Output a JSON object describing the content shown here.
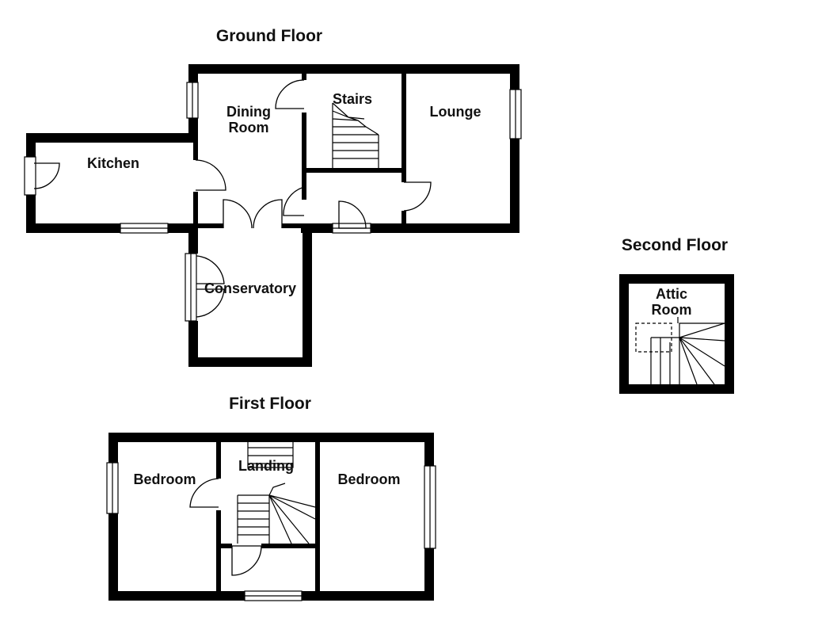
{
  "floors": {
    "ground": {
      "title": "Ground Floor",
      "rooms": {
        "dining": [
          "Dining",
          "Room"
        ],
        "stairs": "Stairs",
        "lounge": "Lounge",
        "kitchen": "Kitchen",
        "conservatory": "Conservatory"
      }
    },
    "first": {
      "title": "First Floor",
      "rooms": {
        "bedroom_left": "Bedroom",
        "landing": "Landing",
        "bedroom_right": "Bedroom"
      }
    },
    "second": {
      "title": "Second Floor",
      "rooms": {
        "attic": [
          "Attic",
          "Room"
        ]
      }
    }
  }
}
